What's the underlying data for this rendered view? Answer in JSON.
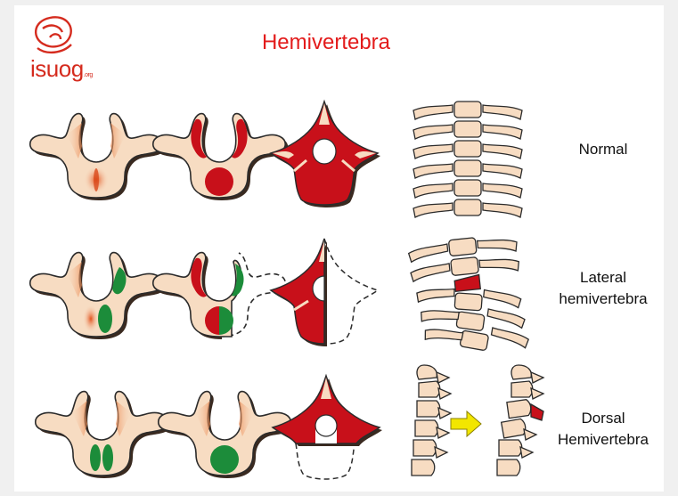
{
  "title": "Hemivertebra",
  "logo": {
    "text": "isuog",
    "suffix": ".org"
  },
  "rows": [
    {
      "label_line1": "Normal",
      "label_line2": ""
    },
    {
      "label_line1": "Lateral",
      "label_line2": "hemivertebra"
    },
    {
      "label_line1": "Dorsal",
      "label_line2": "Hemivertebra"
    }
  ],
  "colors": {
    "bone": "#f7dcc2",
    "ossification_red": "#c8101a",
    "cartilage_green": "#1c8c3a",
    "title_red": "#e31b1b",
    "arrow_yellow": "#f2e600"
  }
}
